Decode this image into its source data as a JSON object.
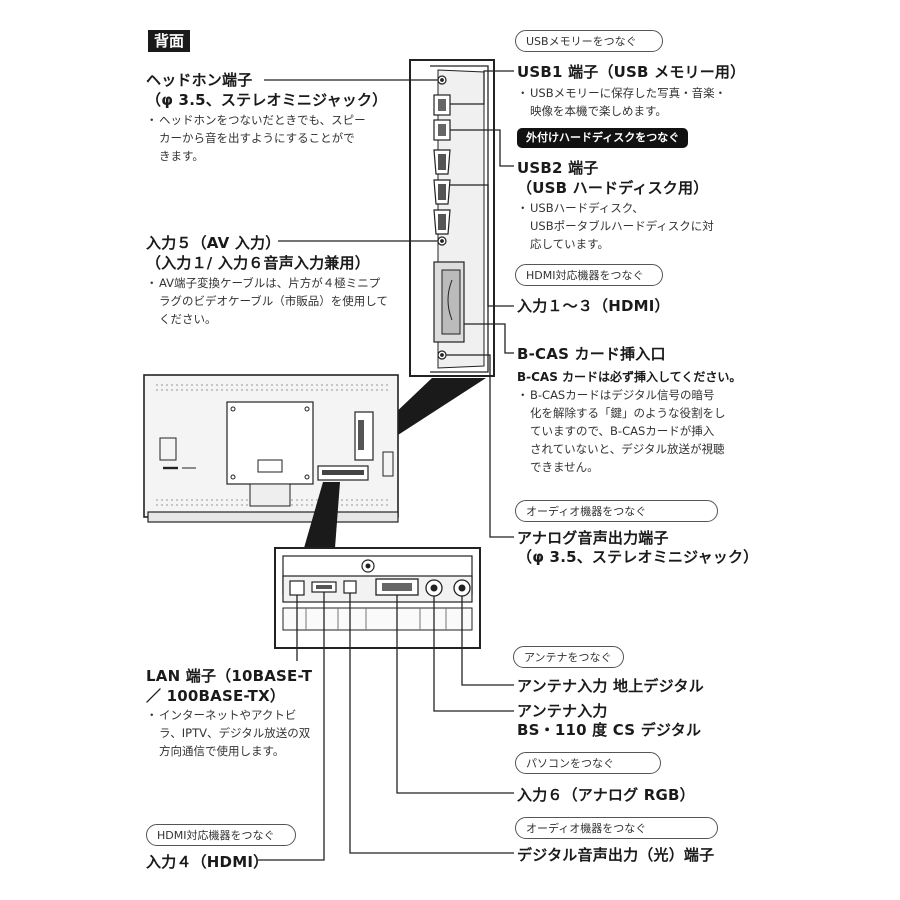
{
  "header": {
    "badge": "背面"
  },
  "left": {
    "headphone": {
      "title1": "ヘッドホン端子",
      "title2": "（φ 3.5、ステレオミニジャック）",
      "note": [
        "ヘッドホンをつないだときでも、スピー",
        "カーから音を出すようにすることがで",
        "きます。"
      ]
    },
    "input5": {
      "title1": "入力５（AV 入力）",
      "title2": "（入力１/ 入力６音声入力兼用）",
      "note": [
        "AV端子変換ケーブルは、片方が４極ミニプ",
        "ラグのビデオケーブル（市販品）を使用して",
        "ください。"
      ]
    },
    "lan": {
      "title1": "LAN 端子（10BASE-T",
      "title2": "／ 100BASE-TX）",
      "note": [
        "インターネットやアクトビ",
        "ラ、IPTV、デジタル放送の双",
        "方向通信で使用します。"
      ]
    },
    "hdmi4": {
      "pill": "HDMI対応機器をつなぐ",
      "title": "入力４（HDMI）"
    }
  },
  "right": {
    "usb1": {
      "pill": "USBメモリーをつなぐ",
      "title": "USB1 端子（USB メモリー用）",
      "note": [
        "USBメモリーに保存した写真・音楽・",
        "映像を本機で楽しめます。"
      ]
    },
    "usb2": {
      "pill": "外付けハードディスクをつなぐ",
      "title1": "USB2 端子",
      "title2": "（USB ハードディスク用）",
      "note": [
        "USBハードディスク、",
        "USBポータブルハードディスクに対",
        "応しています。"
      ]
    },
    "hdmi13": {
      "pill": "HDMI対応機器をつなぐ",
      "title": "入力１～３（HDMI）"
    },
    "bcas": {
      "title": "B-CAS カード挿入口",
      "subtitle": "B-CAS カードは必ず挿入してください。",
      "note": [
        "B-CASカードはデジタル信号の暗号",
        "化を解除する「鍵」のような役割をし",
        "ていますので、B-CASカードが挿入",
        "されていないと、デジタル放送が視聴",
        "できません。"
      ]
    },
    "analog_out": {
      "pill": "オーディオ機器をつなぐ",
      "title1": "アナログ音声出力端子",
      "title2": "（φ 3.5、ステレオミニジャック）"
    },
    "antenna": {
      "pill": "アンテナをつなぐ",
      "terrestrial": "アンテナ入力 地上デジタル",
      "bs1": "アンテナ入力",
      "bs2": "BS・110 度 CS デジタル"
    },
    "input6": {
      "pill": "パソコンをつなぐ",
      "title": "入力６（アナログ RGB）"
    },
    "optical": {
      "pill": "オーディオ機器をつなぐ",
      "title": "デジタル音声出力（光）端子"
    }
  }
}
